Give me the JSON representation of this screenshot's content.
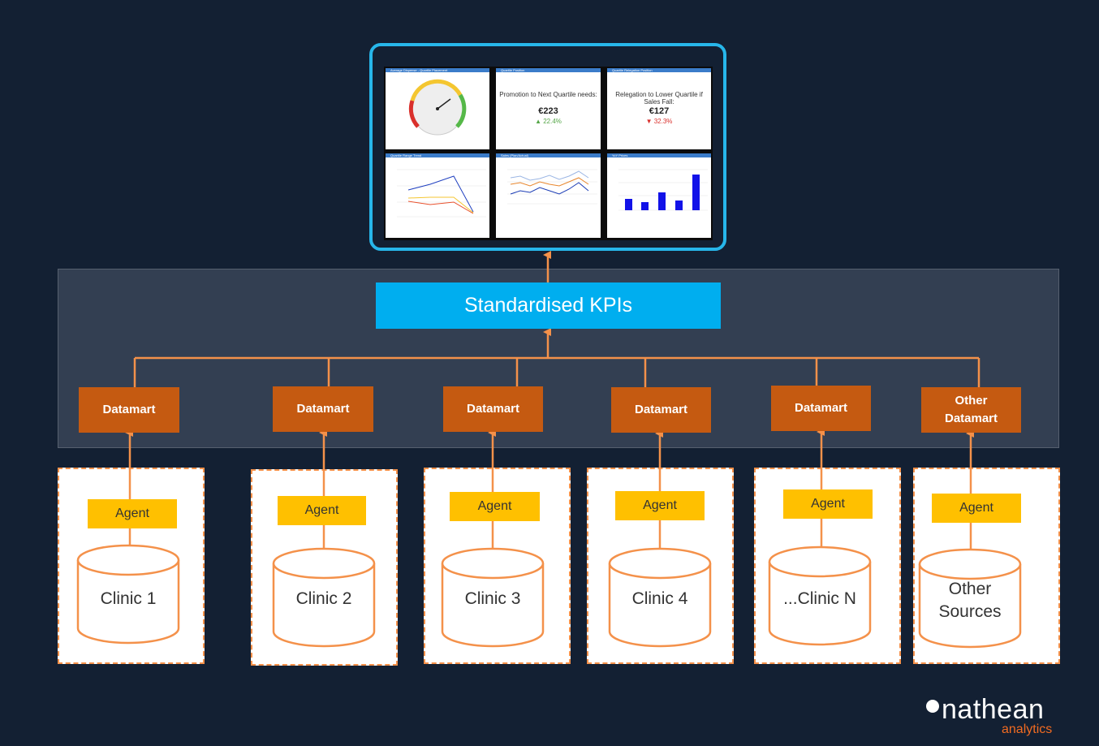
{
  "kpi_label": "Standardised KPIs",
  "datamarts": [
    "Datamart",
    "Datamart",
    "Datamart",
    "Datamart",
    "Datamart",
    "Other Datamart"
  ],
  "agents": [
    "Agent",
    "Agent",
    "Agent",
    "Agent",
    "Agent",
    "Agent"
  ],
  "sources": [
    "Clinic 1",
    "Clinic 2",
    "Clinic 3",
    "Clinic 4",
    "...Clinic N",
    "Other Sources"
  ],
  "dashboard": {
    "panels": {
      "gauge_title": "Average Dispense - Quartile Placement",
      "promotion_title": "Quartile Position",
      "relegation_title": "Quartile Relegation Position",
      "range_title": "Quartile Range Trend",
      "sales_title": "Sales (Plan/Actual)",
      "yoy_title": "YoY Prices"
    },
    "promotion": {
      "label": "Promotion to Next Quartile needs:",
      "value": "€223",
      "change": "▲ 22.4%"
    },
    "relegation": {
      "label": "Relegation to Lower Quartile if Sales Fall:",
      "value": "€127",
      "change": "▼ 32.3%"
    }
  },
  "logo": {
    "name": "nathean",
    "sub": "analytics"
  },
  "colors": {
    "background": "#132033",
    "kpi": "#00aeef",
    "datamart": "#c55a11",
    "agent": "#ffc000",
    "connector": "#f4914a",
    "monitor": "#27b6ea"
  }
}
